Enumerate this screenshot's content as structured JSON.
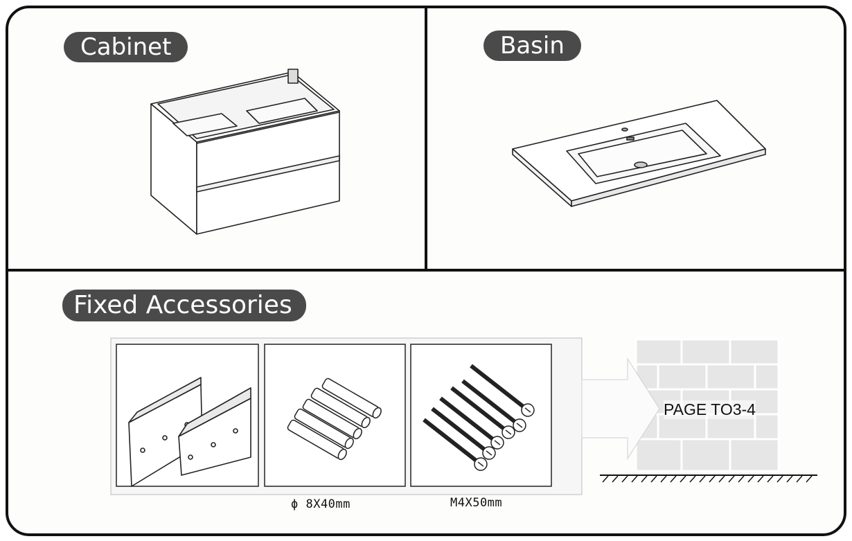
{
  "sections": {
    "cabinet": {
      "label": "Cabinet"
    },
    "basin": {
      "label": "Basin"
    },
    "fixed": {
      "label": "Fixed Accessories"
    }
  },
  "accessories": {
    "anchors_caption": "ϕ 8X40mm",
    "screws_caption": "M4X50mm"
  },
  "wall": {
    "label": "PAGE TO3-4"
  },
  "colors": {
    "pill_bg": "#4a4a4a",
    "line": "#111111",
    "brick": "#e4e4e4"
  }
}
